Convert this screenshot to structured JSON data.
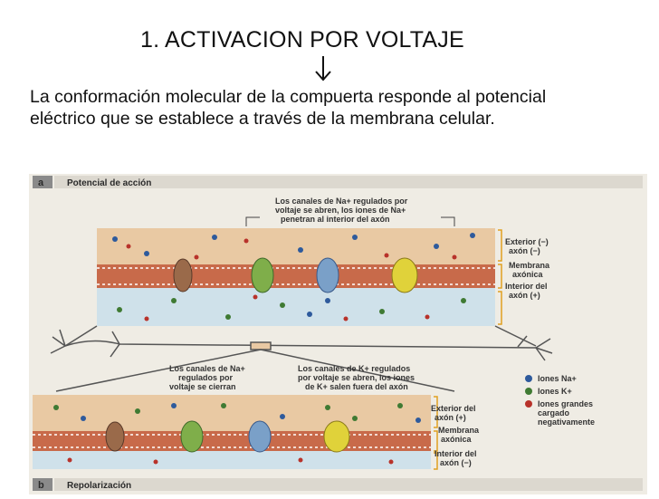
{
  "slide": {
    "title": "1. ACTIVACION POR VOLTAJE",
    "paragraph": "La conformación molecular de la compuerta responde al potencial eléctrico que se establece a través de la membrana celular."
  },
  "figure": {
    "panel_a": {
      "letter": "a",
      "heading": "Potencial de acción",
      "callout": [
        "Los canales de Na+ regulados por",
        "voltaje se abren, los iones de Na+",
        "penetran al interior del axón"
      ],
      "label_exterior": [
        "Exterior (−)",
        "axón (−)"
      ],
      "label_membrana": [
        "Membrana",
        "axónica"
      ],
      "label_interior": [
        "Interior del",
        "axón (+)"
      ]
    },
    "panel_b": {
      "letter": "b",
      "heading": "Repolarización",
      "callout_na": [
        "Los canales de Na+",
        "regulados por",
        "voltaje se cierran"
      ],
      "callout_k": [
        "Los canales de K+ regulados",
        "por voltaje se abren, los iones",
        "de K+ salen fuera del axón"
      ],
      "label_exterior": [
        "Exterior del",
        "axón (+)"
      ],
      "label_membrana": [
        "Membrana",
        "axónica"
      ],
      "label_interior": [
        "Interior del",
        "axón (−)"
      ]
    },
    "legend": [
      {
        "label": "Iones Na+",
        "color": "#2e5a9c"
      },
      {
        "label": "Iones K+",
        "color": "#3f7a33"
      },
      {
        "label": "Iones grandes cargado negativamente",
        "lines": [
          "Iones grandes",
          "cargado",
          "negativamente"
        ],
        "color": "#b8322a"
      }
    ]
  }
}
